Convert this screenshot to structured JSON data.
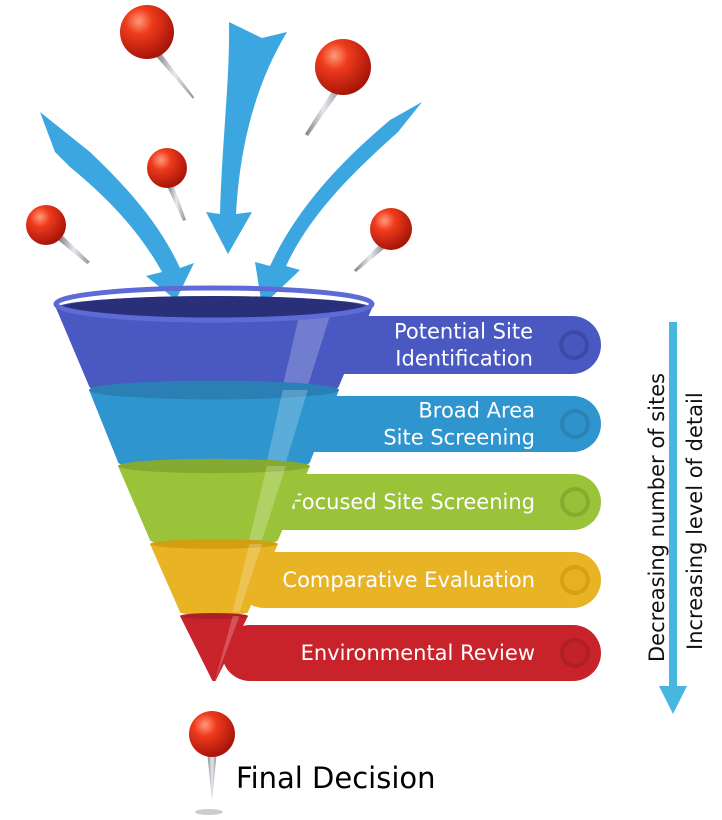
{
  "stages": [
    {
      "lines": [
        "Potential Site",
        "Identification"
      ],
      "color": "#4a59c2",
      "dark": "#3c47a5"
    },
    {
      "lines": [
        "Broad Area",
        "Site Screening"
      ],
      "color": "#2f95cf",
      "dark": "#2a7fb4"
    },
    {
      "lines": [
        "Focused Site Screening"
      ],
      "color": "#9bc33a",
      "dark": "#86a92f"
    },
    {
      "lines": [
        "Comparative Evaluation"
      ],
      "color": "#e8b324",
      "dark": "#d29e12"
    },
    {
      "lines": [
        "Environmental Review"
      ],
      "color": "#c8232a",
      "dark": "#ad1f25"
    }
  ],
  "side_labels": {
    "line1": "Decreasing number of sites",
    "line2": "Increasing level of detail"
  },
  "final_label": "Final Decision",
  "colors": {
    "arrow": "#3ba6df",
    "pin": "#e53a1f",
    "side_arrow": "#47b7e0"
  },
  "icons": [
    "push-pin-icon",
    "inflow-arrow-icon",
    "down-arrow-icon"
  ]
}
